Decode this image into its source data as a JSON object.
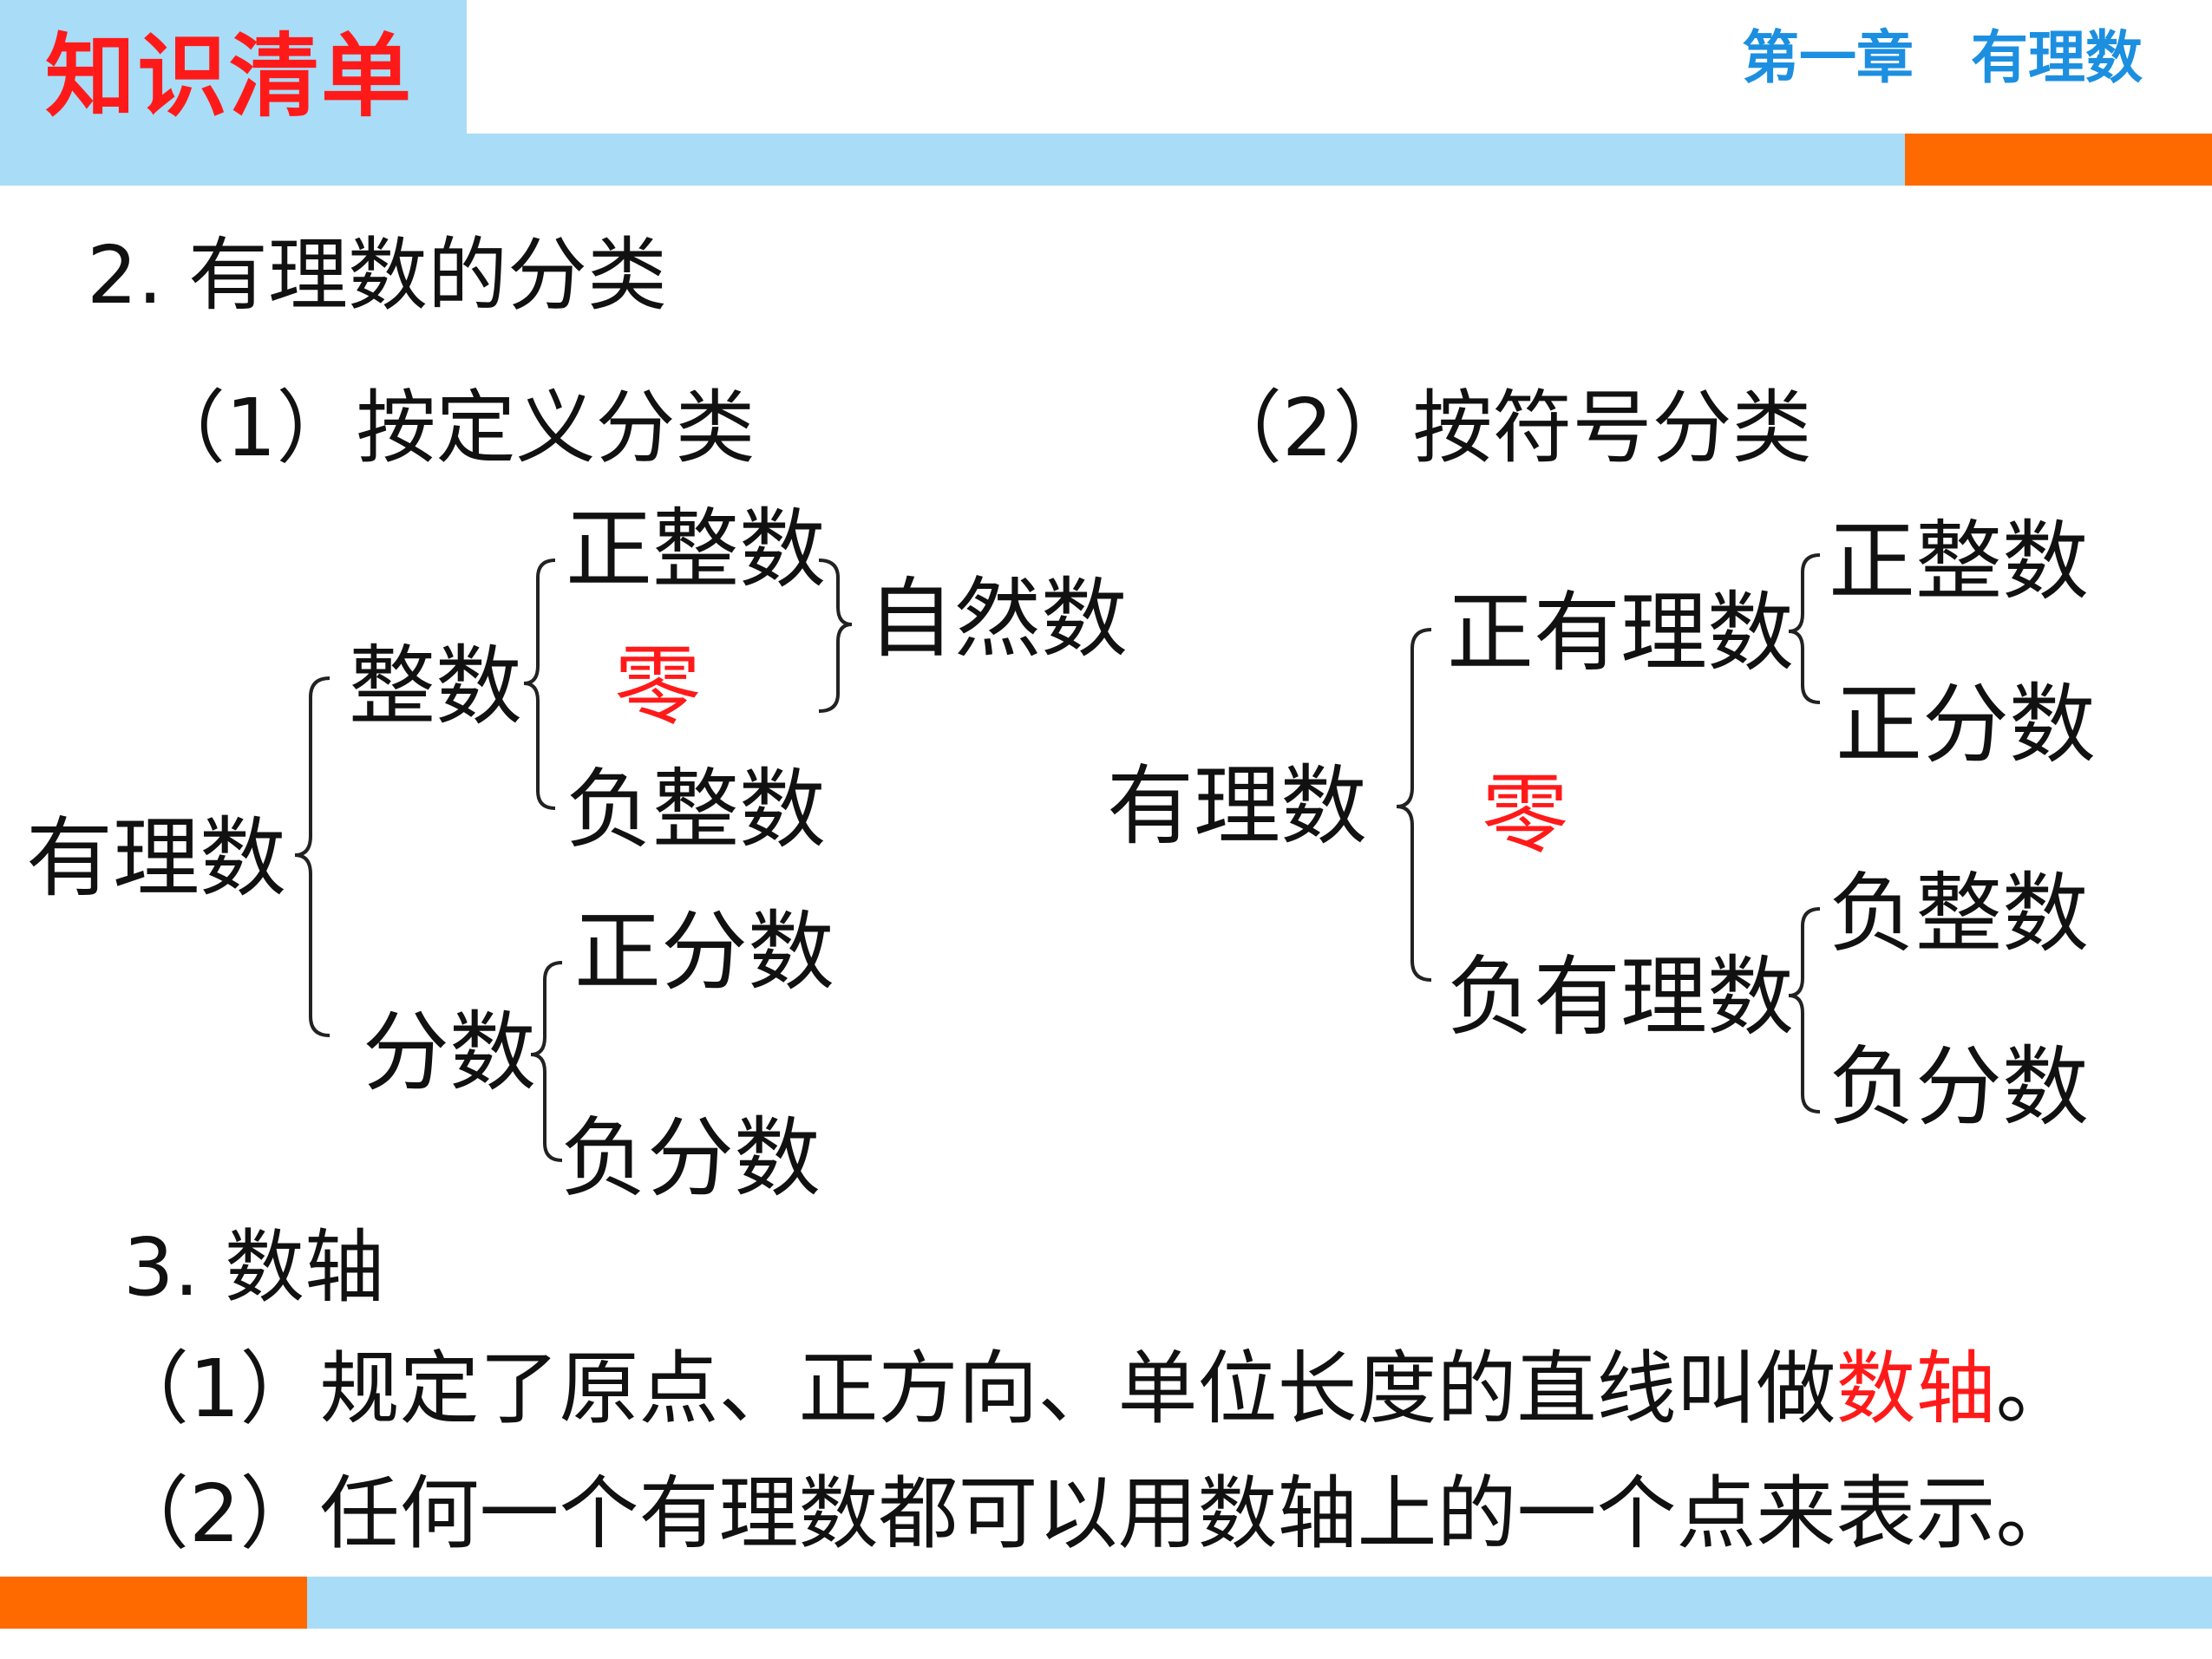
{
  "header": {
    "title": "知识清单",
    "chapter": "第一章　有理数"
  },
  "section2": {
    "heading": "2. 有理数的分类",
    "by_definition": {
      "label": "（1）按定义分类",
      "root": "有理数",
      "integers": "整数",
      "positive_integers": "正整数",
      "zero": "零",
      "negative_integers": "负整数",
      "natural_numbers": "自然数",
      "fractions": "分数",
      "positive_fractions": "正分数",
      "negative_fractions": "负分数"
    },
    "by_sign": {
      "label": "（2）按符号分类",
      "root": "有理数",
      "positive_rationals": "正有理数",
      "positive_integers": "正整数",
      "positive_fractions": "正分数",
      "zero": "零",
      "negative_rationals": "负有理数",
      "negative_integers": "负整数",
      "negative_fractions": "负分数"
    }
  },
  "section3": {
    "heading": "3. 数轴",
    "item1_prefix": "（1）规定了原点、正方向、单位长度的直线叫做",
    "item1_term": "数轴",
    "item1_suffix": "。",
    "item2": "（2）任何一个有理数都可以用数轴上的一个点来表示。"
  },
  "colors": {
    "title_red": "#ff1a1a",
    "chapter_blue": "#1c8fe0",
    "bar_light_blue": "#a9dcf6",
    "accent_orange": "#ff6a00",
    "highlight_red": "#ff1a1a"
  }
}
